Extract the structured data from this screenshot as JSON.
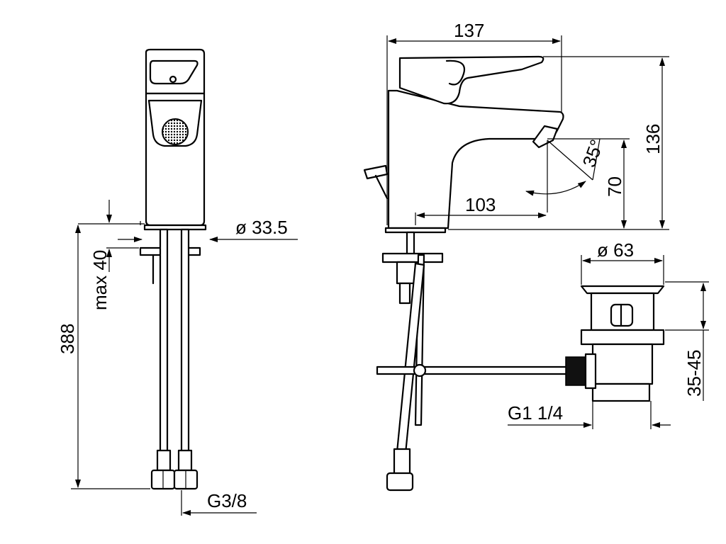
{
  "dimensions": {
    "width_137": "137",
    "height_136": "136",
    "angle_35": "35°",
    "height_70": "70",
    "reach_103": "103",
    "diameter_33_5": "ø 33.5",
    "max_40": "max 40",
    "length_388": "388",
    "thread_g3_8": "G3/8",
    "diameter_63": "ø 63",
    "range_35_45": "35-45",
    "thread_g1_1_4": "G1 1/4"
  },
  "colors": {
    "line": "#000000",
    "background": "#ffffff"
  }
}
